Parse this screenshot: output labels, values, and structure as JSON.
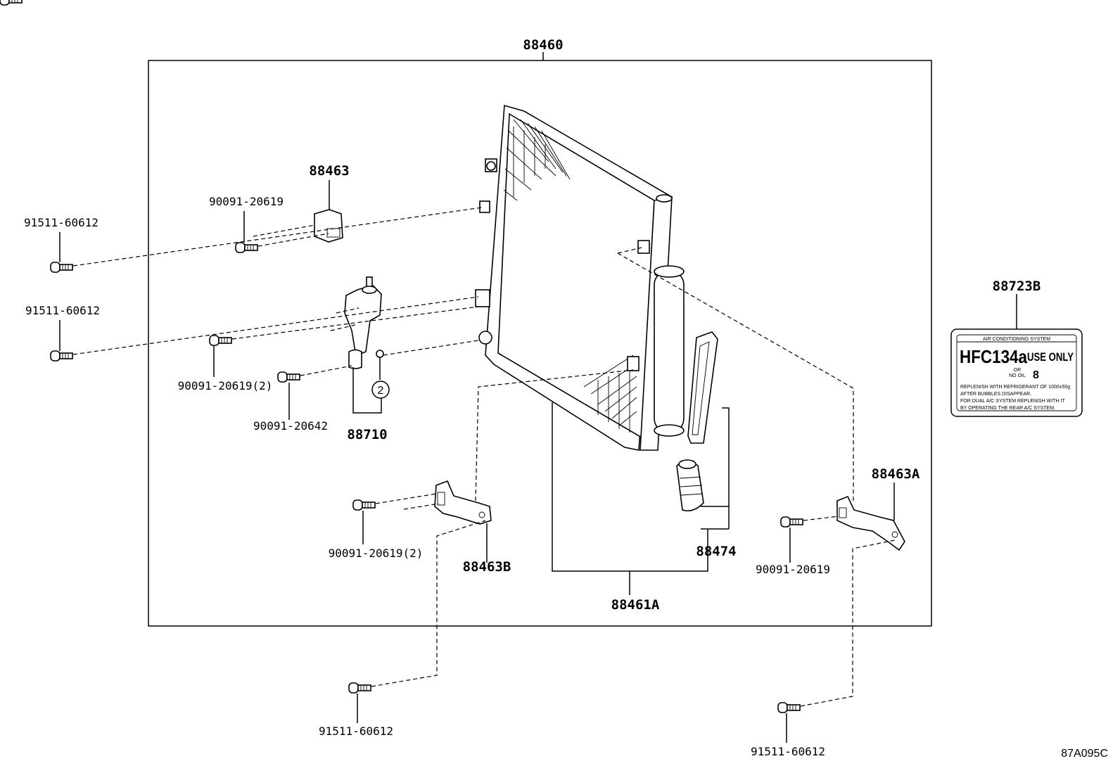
{
  "parts": {
    "condenser_assy": "88460",
    "bracket_upper": "88463",
    "bracket_a": "88463A",
    "bracket_b": "88463B",
    "pressure_switch": "88710",
    "condenser_core": "88461A",
    "drier_element": "88474",
    "caution_label": "88723B",
    "bolt_91511_tl": "91511-60612",
    "bolt_91511_ml": "91511-60612",
    "bolt_91511_bl": "91511-60612",
    "bolt_91511_br": "91511-60612",
    "bolt_90091_upper": "90091-20619",
    "bolt_90091_mid": "90091-20619(2)",
    "bolt_90091_642": "90091-20642",
    "bolt_90091_lower_left": "90091-20619(2)",
    "bolt_90091_lower_right": "90091-20619",
    "o_ring_qty": "2"
  },
  "label_sticker": {
    "header": "AIR CONDITIONING SYSTEM",
    "brand": "HFC134a",
    "use_only": "USE ONLY",
    "or": "OR",
    "no_oil": "NO OIL",
    "digit": "8",
    "line1": "REPLENISH WITH REFRIGERANT OF 1000±50g",
    "line2": "AFTER BUBBLES DISAPPEAR.",
    "line3": "FOR DUAL A/C SYSTEM REPLENISH WITH IT",
    "line4": "BY OPERATING THE REAR A/C SYSTEM."
  },
  "figure_code": "87A095C"
}
